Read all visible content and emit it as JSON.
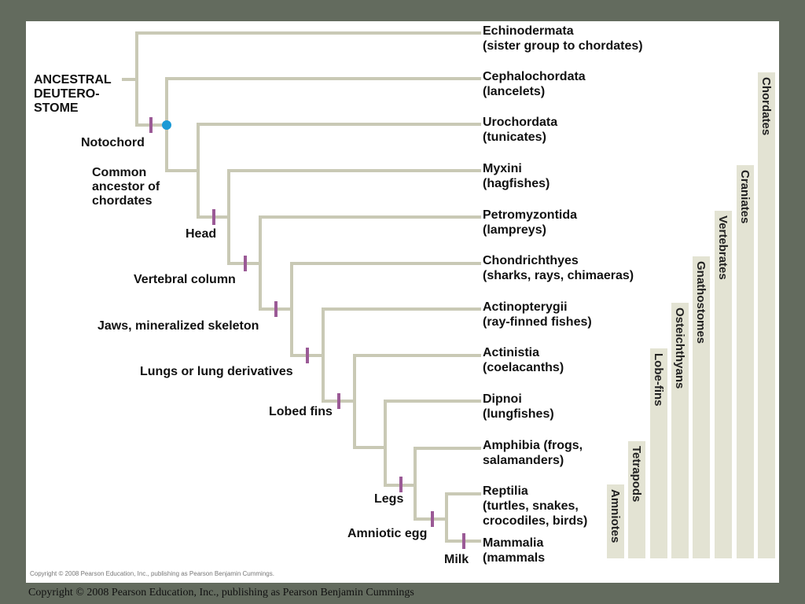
{
  "taxa": [
    {
      "name": "Echinodermata",
      "desc": "(sister group to chordates)"
    },
    {
      "name": "Cephalochordata",
      "desc": "(lancelets)"
    },
    {
      "name": "Urochordata",
      "desc": "(tunicates)"
    },
    {
      "name": "Myxini",
      "desc": "(hagfishes)"
    },
    {
      "name": "Petromyzontida",
      "desc": "(lampreys)"
    },
    {
      "name": "Chondrichthyes",
      "desc": "(sharks, rays, chimaeras)"
    },
    {
      "name": "Actinopterygii",
      "desc": "(ray-finned fishes)"
    },
    {
      "name": "Actinistia",
      "desc": "(coelacanths)"
    },
    {
      "name": "Dipnoi",
      "desc": "(lungfishes)"
    },
    {
      "name": "Amphibia (frogs,",
      "desc": "salamanders)"
    },
    {
      "name": "Reptilia",
      "desc": "(turtles, snakes,",
      "desc2": "crocodiles, birds)"
    },
    {
      "name": "Mammalia",
      "desc": "(mammals"
    }
  ],
  "ancestral_label": [
    "ANCESTRAL",
    "DEUTERO-",
    "STOME"
  ],
  "traits": {
    "notochord": "Notochord",
    "common_ancestor": [
      "Common",
      "ancestor of",
      "chordates"
    ],
    "head": "Head",
    "vertebral_column": "Vertebral column",
    "jaws": "Jaws, mineralized skeleton",
    "lungs": "Lungs or lung derivatives",
    "lobed_fins": "Lobed fins",
    "legs": "Legs",
    "amniotic_egg": "Amniotic egg",
    "milk": "Milk"
  },
  "clades": [
    "Chordates",
    "Craniates",
    "Vertebrates",
    "Gnathostomes",
    "Osteichthyans",
    "Lobe-fins",
    "Tetrapods",
    "Amniotes"
  ],
  "colors": {
    "branch": "#c9c9b5",
    "trait_tick": "#9b5a96",
    "ancestor_dot": "#1a9ad6",
    "clade_bar": "#e3e3d3",
    "background": "#636b5e"
  },
  "copyright_small": "Copyright © 2008 Pearson Education, Inc., publishing as Pearson Benjamin Cummings.",
  "copyright_footer": "Copyright © 2008 Pearson Education, Inc., publishing as Pearson Benjamin Cummings"
}
